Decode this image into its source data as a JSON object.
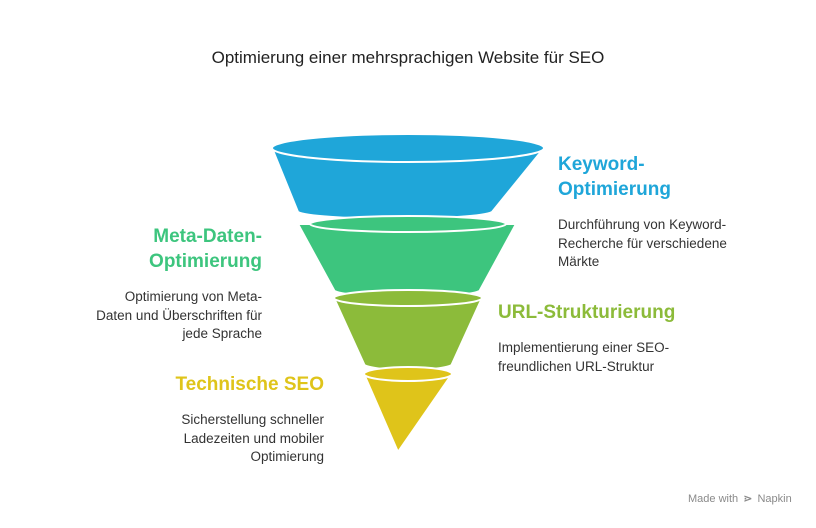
{
  "title": "Optimierung einer mehrsprachigen Website für SEO",
  "colors": {
    "blue": "#1fa6d9",
    "green": "#3dc57e",
    "olive": "#8cbb3a",
    "yellow": "#dfc41a"
  },
  "stages": [
    {
      "heading_line1": "Keyword-",
      "heading_line2": "Optimierung",
      "desc_lines": [
        "Durchführung von Keyword-",
        "Recherche für verschiedene",
        "Märkte"
      ]
    },
    {
      "heading_line1": "Meta-Daten-",
      "heading_line2": "Optimierung",
      "desc_lines": [
        "Optimierung von Meta-",
        "Daten und Überschriften für",
        "jede Sprache"
      ]
    },
    {
      "heading_line1": "URL-Strukturierung",
      "desc_lines": [
        "Implementierung einer SEO-",
        "freundlichen URL-Struktur"
      ]
    },
    {
      "heading_line1": "Technische SEO",
      "desc_lines": [
        "Sicherstellung schneller",
        "Ladezeiten und mobiler",
        "Optimierung"
      ]
    }
  ],
  "footer": {
    "made_with": "Made with",
    "brand": "Napkin",
    "icon": "napkin-logo-icon"
  }
}
